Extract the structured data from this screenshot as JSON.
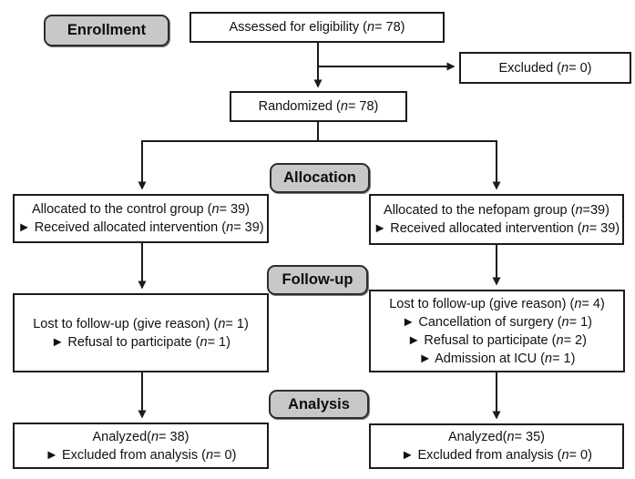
{
  "stage_labels": {
    "enrollment": "Enrollment",
    "allocation": "Allocation",
    "followup": "Follow-up",
    "analysis": "Analysis"
  },
  "boxes": {
    "assessed": {
      "lines": [
        "Assessed for eligibility (n= 78)"
      ]
    },
    "excluded": {
      "lines": [
        "Excluded (n= 0)"
      ]
    },
    "randomized": {
      "lines": [
        "Randomized (n= 78)"
      ]
    },
    "allocation_control": {
      "lines": [
        "Allocated to the control group (n= 39)",
        "► Received allocated intervention (n= 39)"
      ]
    },
    "allocation_nefopam": {
      "lines": [
        "Allocated to the nefopam group (n=39)",
        "► Received allocated intervention (n= 39)"
      ]
    },
    "followup_control": {
      "lines": [
        "Lost to follow-up (give reason) (n= 1)",
        "► Refusal to participate (n= 1)"
      ]
    },
    "followup_nefopam": {
      "lines": [
        "Lost to follow-up (give reason) (n= 4)",
        "► Cancellation of surgery (n= 1)",
        "► Refusal to participate (n= 2)",
        "► Admission at ICU (n= 1)"
      ]
    },
    "analysis_control": {
      "lines": [
        "Analyzed(n= 38)",
        "► Excluded from analysis (n= 0)"
      ]
    },
    "analysis_nefopam": {
      "lines": [
        "Analyzed(n= 35)",
        "► Excluded from analysis (n= 0)"
      ]
    }
  },
  "colors": {
    "label_fill": "#c8c8c8",
    "label_border": "#2d2d2d",
    "box_border": "#1b1b1b",
    "arrow": "#1b1b1b",
    "background": "#ffffff",
    "text": "#111111"
  }
}
